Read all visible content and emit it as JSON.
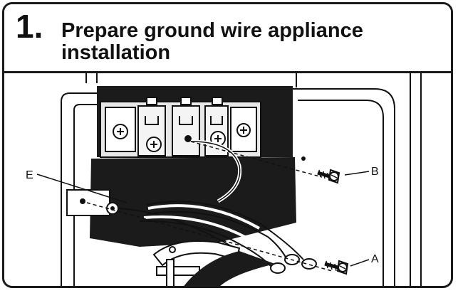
{
  "header": {
    "step_number": "1.",
    "title": "Prepare ground wire appliance installation"
  },
  "callouts": {
    "a": "A",
    "b": "B",
    "e": "E"
  },
  "colors": {
    "ink": "#111111",
    "block": "#1b1b1b",
    "paper": "#ffffff"
  }
}
